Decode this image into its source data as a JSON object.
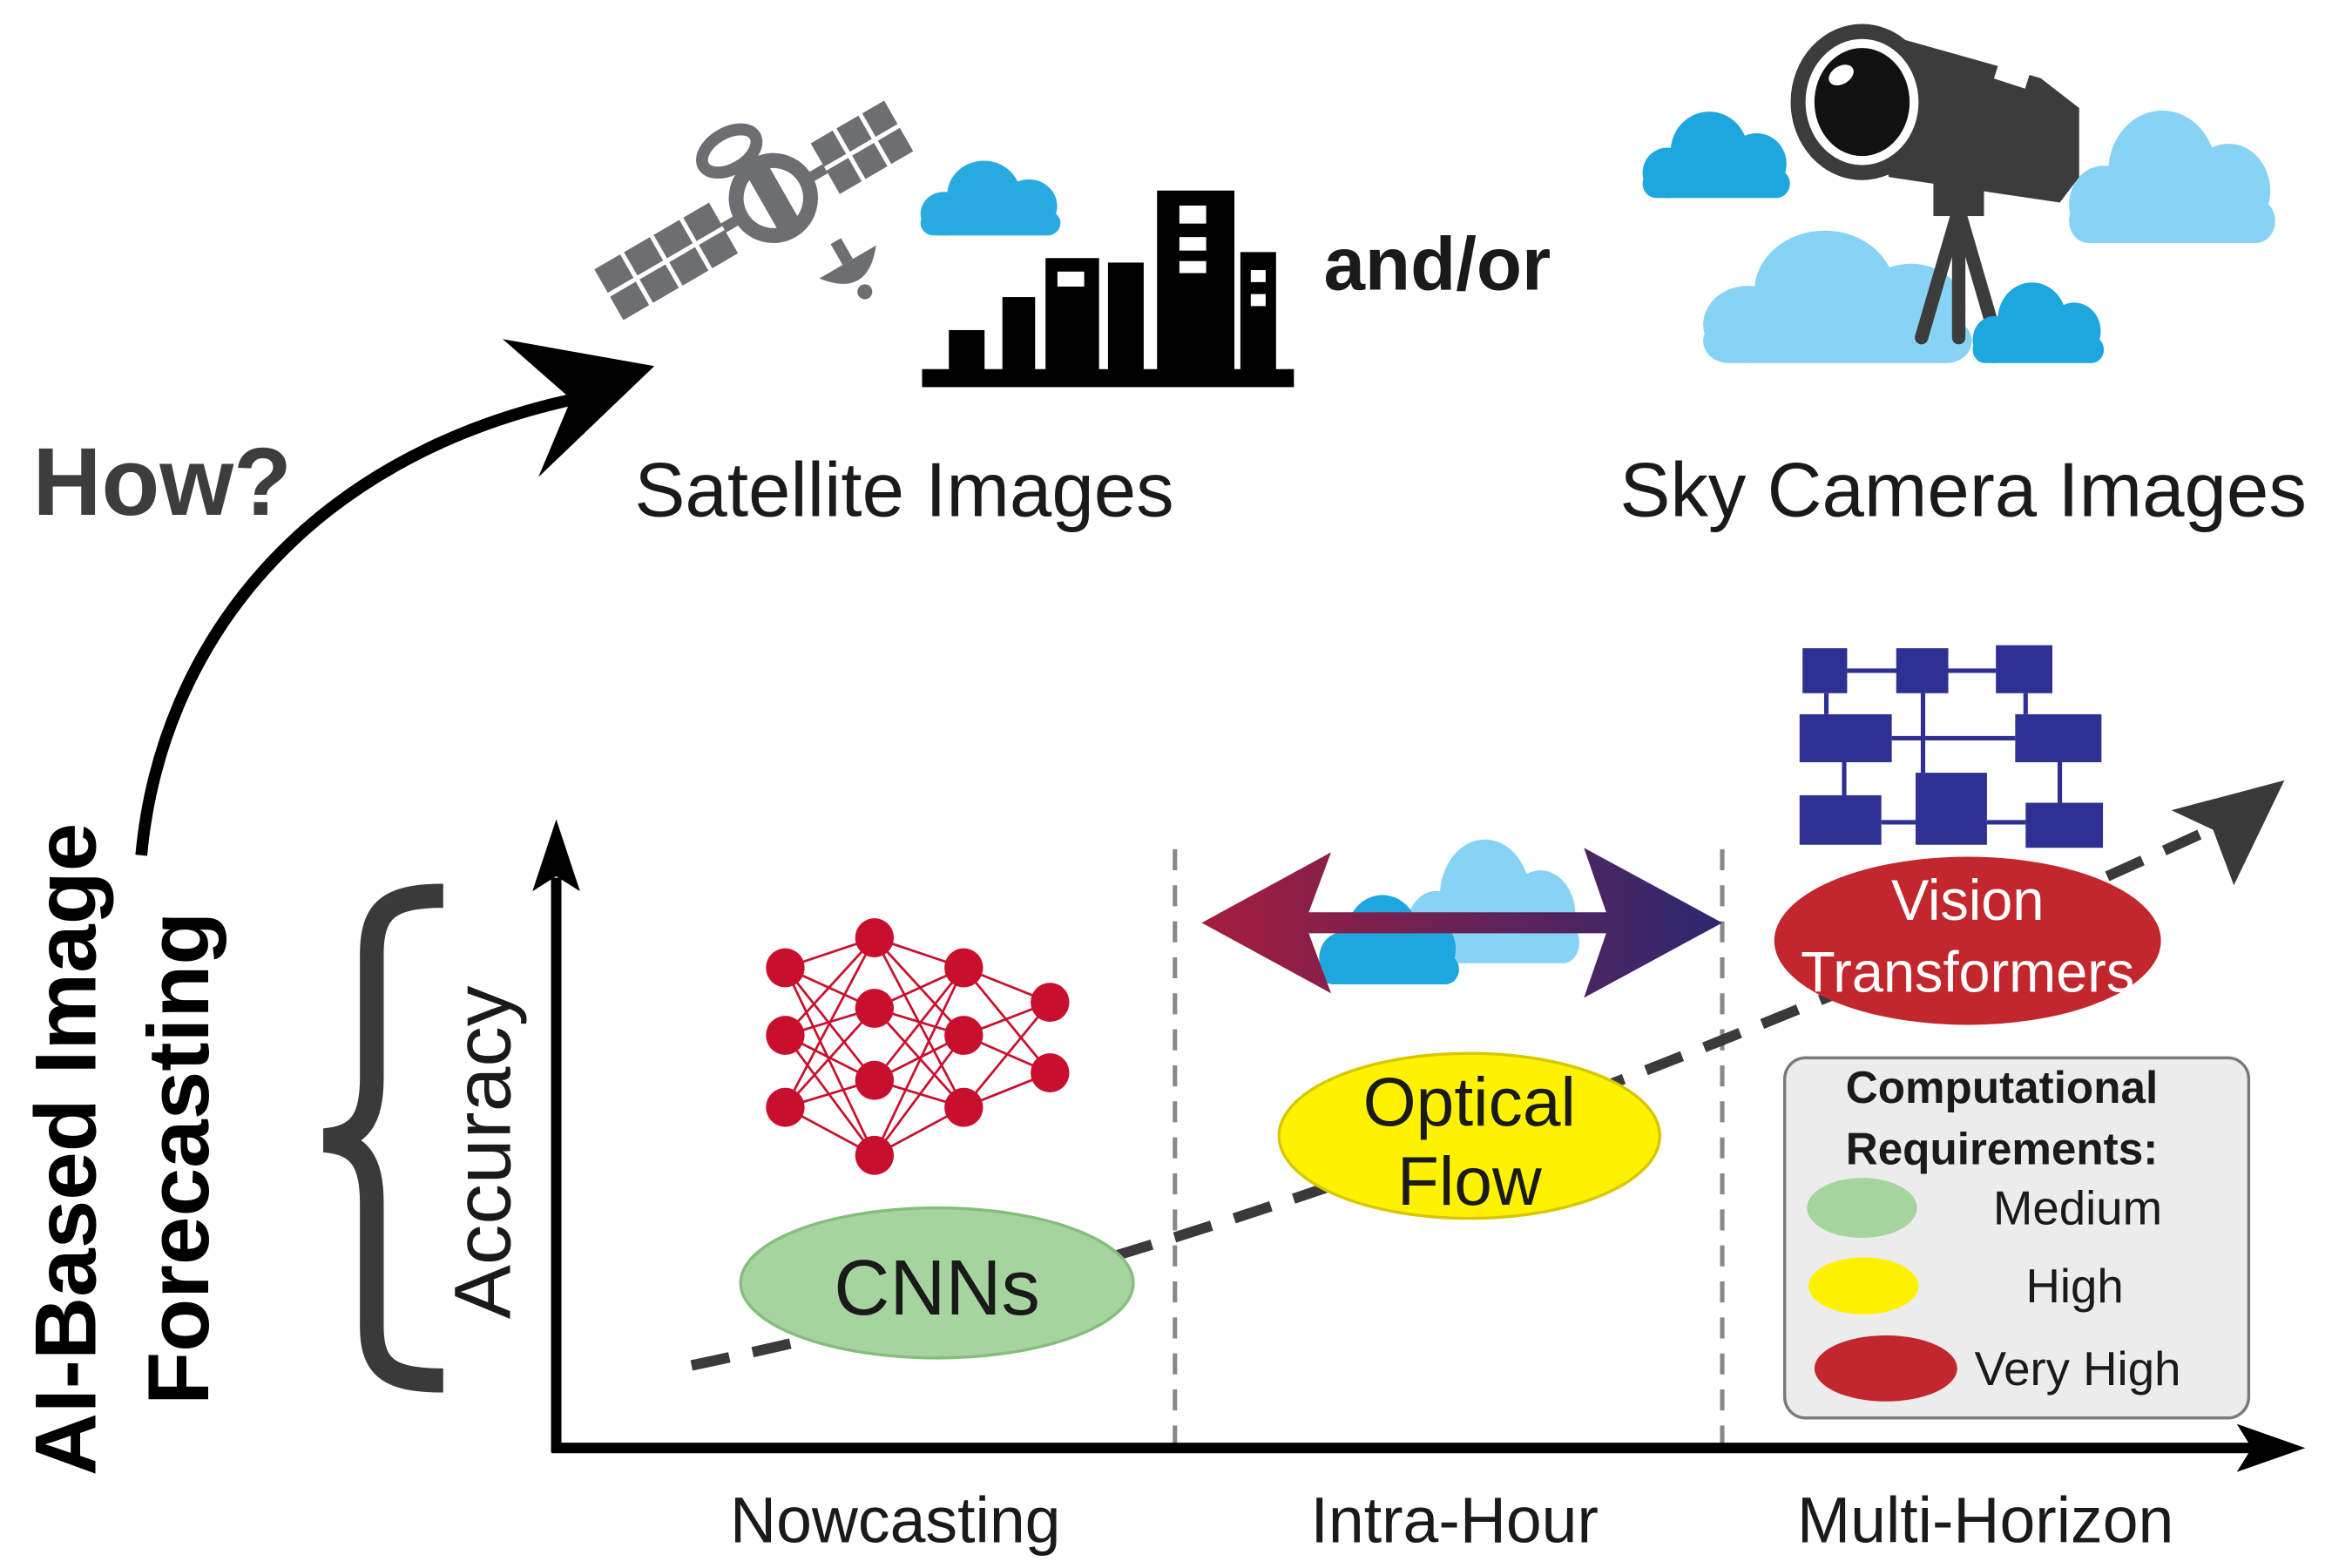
{
  "how_label": "How?",
  "sources": {
    "satellite": {
      "label": "Satellite Images",
      "icons": [
        "satellite-icon",
        "cloud-icon",
        "city-skyline-icon"
      ]
    },
    "connector": "and/or",
    "sky_camera": {
      "label": "Sky Camera Images",
      "icons": [
        "sky-camera-icon",
        "cloud-icon"
      ]
    }
  },
  "side_title": {
    "line1": "AI-Based Image",
    "line2": "Forecasting"
  },
  "y_axis": {
    "label": "Accuracy"
  },
  "x_axis": {
    "categories": [
      "Nowcasting",
      "Intra-Hour",
      "Multi-Horizon"
    ]
  },
  "methods": [
    {
      "lines": [
        "CNNs"
      ],
      "requirement_color": "#a6d49f",
      "icon": "neural-network-icon"
    },
    {
      "lines": [
        "Optical",
        "Flow"
      ],
      "requirement_color": "#fff200",
      "icon": "cloud-motion-arrow-icon"
    },
    {
      "lines": [
        "Vision",
        "Transformers"
      ],
      "requirement_color": "#c1272d",
      "icon": "network-blocks-icon"
    }
  ],
  "legend": {
    "title_lines": [
      "Computational",
      "Requirements:"
    ],
    "items": [
      {
        "label": "Medium",
        "color": "#a6d49f"
      },
      {
        "label": "High",
        "color": "#fff200"
      },
      {
        "label": "Very High",
        "color": "#c1272d"
      }
    ]
  }
}
